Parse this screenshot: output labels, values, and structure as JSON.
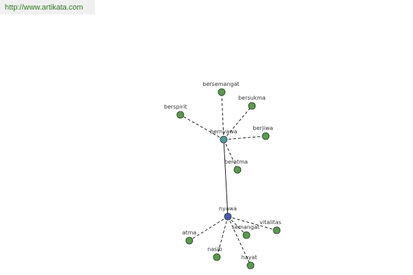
{
  "source": {
    "url": "http://www.artikata.com"
  },
  "colors": {
    "leaf_node": "#5a9a4c",
    "hub_bernyawa": "#4f9c9c",
    "hub_nyawa": "#4a5ab0",
    "edge": "#000000"
  },
  "graph": {
    "nodes": [
      {
        "id": "bernyawa",
        "label": "bernyawa",
        "kind": "hub"
      },
      {
        "id": "nyawa",
        "label": "nyawa",
        "kind": "hub"
      },
      {
        "id": "bersemangat",
        "label": "bersemangat",
        "kind": "leaf"
      },
      {
        "id": "bersukma",
        "label": "bersukma",
        "kind": "leaf"
      },
      {
        "id": "berspirit",
        "label": "berspirit",
        "kind": "leaf"
      },
      {
        "id": "berjiwa",
        "label": "berjiwa",
        "kind": "leaf"
      },
      {
        "id": "beratma",
        "label": "beratma",
        "kind": "leaf"
      },
      {
        "id": "vitalitas",
        "label": "vitalitas",
        "kind": "leaf"
      },
      {
        "id": "semangat",
        "label": "semangat",
        "kind": "leaf"
      },
      {
        "id": "atma",
        "label": "atma",
        "kind": "leaf"
      },
      {
        "id": "nasib",
        "label": "nasib",
        "kind": "leaf"
      },
      {
        "id": "hayat",
        "label": "hayat",
        "kind": "leaf"
      }
    ],
    "edges": [
      {
        "from": "bernyawa",
        "to": "nyawa",
        "style": "solid"
      },
      {
        "from": "bernyawa",
        "to": "bersemangat",
        "style": "dashed"
      },
      {
        "from": "bernyawa",
        "to": "bersukma",
        "style": "dashed"
      },
      {
        "from": "bernyawa",
        "to": "berspirit",
        "style": "dashed"
      },
      {
        "from": "bernyawa",
        "to": "berjiwa",
        "style": "dashed"
      },
      {
        "from": "bernyawa",
        "to": "beratma",
        "style": "dashed"
      },
      {
        "from": "nyawa",
        "to": "vitalitas",
        "style": "dashed"
      },
      {
        "from": "nyawa",
        "to": "semangat",
        "style": "dashed"
      },
      {
        "from": "nyawa",
        "to": "atma",
        "style": "dashed"
      },
      {
        "from": "nyawa",
        "to": "nasib",
        "style": "dashed"
      },
      {
        "from": "nyawa",
        "to": "hayat",
        "style": "dashed"
      }
    ]
  }
}
